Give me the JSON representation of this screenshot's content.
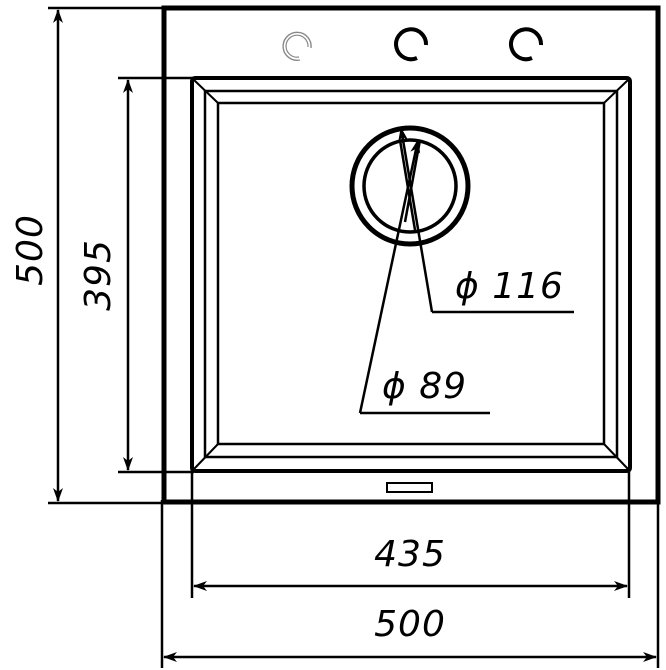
{
  "drawing": {
    "subject": "square kitchen sink, top view",
    "dimensions": {
      "overall_height": "500",
      "bowl_height": "395",
      "bowl_width": "435",
      "overall_width": "500",
      "outer_drain_diameter": "ϕ 116",
      "inner_drain_diameter": "ϕ 89"
    },
    "tap_holes": [
      {
        "position": "left",
        "style": "thin"
      },
      {
        "position": "center",
        "style": "bold"
      },
      {
        "position": "right",
        "style": "bold"
      }
    ],
    "overflow_slot": "rectangular overflow",
    "colors": {
      "line": "#000000",
      "background": "#ffffff",
      "light_line": "#888888"
    }
  }
}
